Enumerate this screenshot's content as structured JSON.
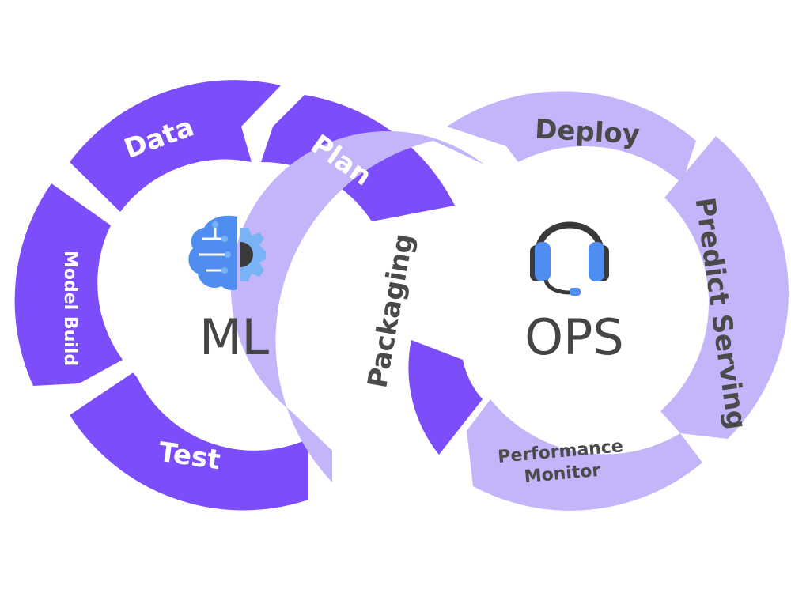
{
  "colors": {
    "ml_purple": "#7b4dfb",
    "ops_lavender": "#c4b4f9",
    "label_on_dark": "#ffffff",
    "label_on_light": "#4a4a4a",
    "center_text": "#454545",
    "icon_blue": "#4f8ef0",
    "icon_blue_light": "#78b4f5",
    "icon_dark": "#3a3a3a"
  },
  "ml_cycle": {
    "center_label": "ML",
    "center_icon": "brain-gear-icon",
    "stages": [
      "Data",
      "Plan",
      "Model Build",
      "Test"
    ]
  },
  "ops_cycle": {
    "center_label": "OPS",
    "center_icon": "headset-icon",
    "stages": [
      "Deploy",
      "Predict Serving",
      "Packaging"
    ],
    "performance_monitor": [
      "Performance",
      "Monitor"
    ]
  }
}
